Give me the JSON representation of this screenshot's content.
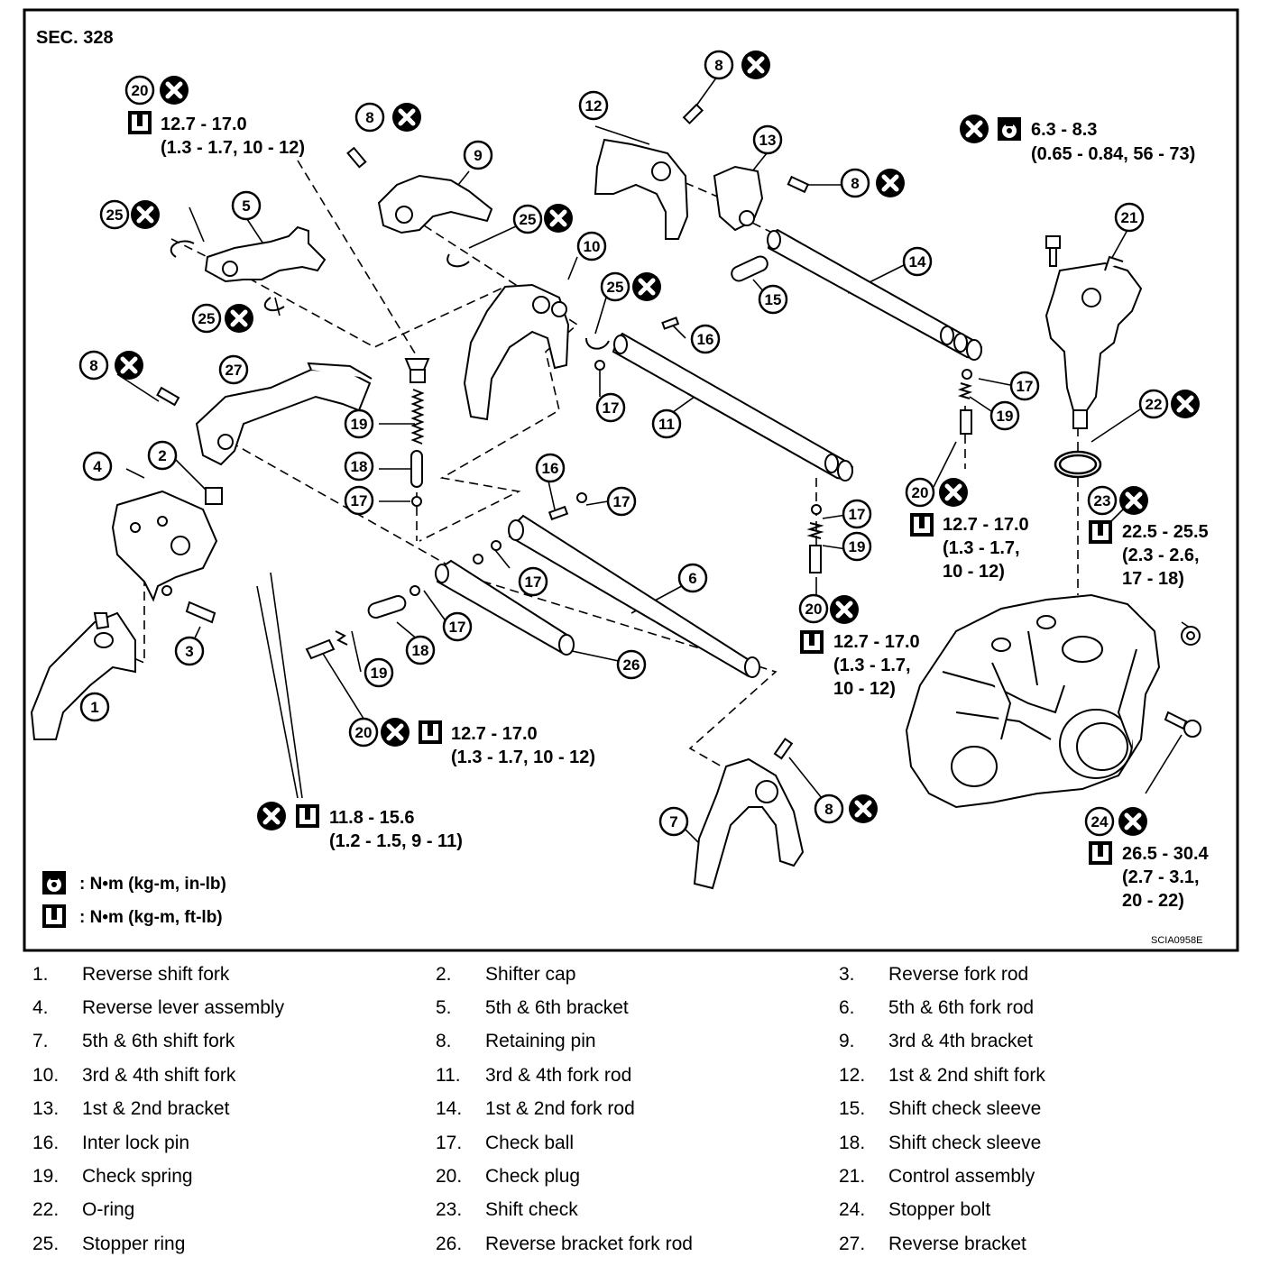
{
  "section_label": "SEC. 328",
  "figure_code": "SCIA0958E",
  "torque_specs": {
    "t_top_left": {
      "nm": "12.7 - 17.0",
      "alt": "(1.3 - 1.7, 10 - 12)"
    },
    "t_control": {
      "nm": "6.3 - 8.3",
      "alt": "(0.65 - 0.84, 56 - 73)"
    },
    "t_plug_right": {
      "nm": "12.7 - 17.0",
      "alt1": "(1.3 - 1.7,",
      "alt2": "10 - 12)"
    },
    "t_shift_check": {
      "nm": "22.5 - 25.5",
      "alt1": "(2.3 - 2.6,",
      "alt2": "17 - 18)"
    },
    "t_plug_mid": {
      "nm": "12.7 - 17.0",
      "alt1": "(1.3 - 1.7,",
      "alt2": "10 - 12)"
    },
    "t_plug_bottom": {
      "nm": "12.7 - 17.0",
      "alt": "(1.3 - 1.7, 10 - 12)"
    },
    "t_lever_bolts": {
      "nm": "11.8 - 15.6",
      "alt": "(1.2 - 1.5, 9 - 11)"
    },
    "t_stopper_bolt": {
      "nm": "26.5 - 30.4",
      "alt1": "(2.7 - 3.1,",
      "alt2": "20 - 22)"
    }
  },
  "legend": {
    "inlb": ": N•m (kg-m, in-lb)",
    "ftlb": ": N•m (kg-m, ft-lb)"
  },
  "parts": [
    {
      "num": "1.",
      "label": "Reverse shift fork"
    },
    {
      "num": "2.",
      "label": "Shifter cap"
    },
    {
      "num": "3.",
      "label": "Reverse fork rod"
    },
    {
      "num": "4.",
      "label": "Reverse lever assembly"
    },
    {
      "num": "5.",
      "label": "5th & 6th bracket"
    },
    {
      "num": "6.",
      "label": "5th & 6th fork rod"
    },
    {
      "num": "7.",
      "label": "5th & 6th shift fork"
    },
    {
      "num": "8.",
      "label": "Retaining pin"
    },
    {
      "num": "9.",
      "label": "3rd & 4th bracket"
    },
    {
      "num": "10.",
      "label": "3rd & 4th shift fork"
    },
    {
      "num": "11.",
      "label": "3rd & 4th fork rod"
    },
    {
      "num": "12.",
      "label": "1st & 2nd shift fork"
    },
    {
      "num": "13.",
      "label": "1st & 2nd bracket"
    },
    {
      "num": "14.",
      "label": "1st & 2nd fork rod"
    },
    {
      "num": "15.",
      "label": "Shift check sleeve"
    },
    {
      "num": "16.",
      "label": "Inter lock pin"
    },
    {
      "num": "17.",
      "label": "Check ball"
    },
    {
      "num": "18.",
      "label": "Shift check sleeve"
    },
    {
      "num": "19.",
      "label": "Check spring"
    },
    {
      "num": "20.",
      "label": "Check plug"
    },
    {
      "num": "21.",
      "label": "Control assembly"
    },
    {
      "num": "22.",
      "label": "O-ring"
    },
    {
      "num": "23.",
      "label": "Shift check"
    },
    {
      "num": "24.",
      "label": "Stopper bolt"
    },
    {
      "num": "25.",
      "label": "Stopper ring"
    },
    {
      "num": "26.",
      "label": "Reverse bracket fork rod"
    },
    {
      "num": "27.",
      "label": "Reverse bracket"
    }
  ],
  "callouts": [
    "1",
    "2",
    "3",
    "4",
    "5",
    "6",
    "7",
    "8",
    "9",
    "10",
    "11",
    "12",
    "13",
    "14",
    "15",
    "16",
    "17",
    "18",
    "19",
    "20",
    "21",
    "22",
    "23",
    "24",
    "25",
    "26",
    "27"
  ]
}
